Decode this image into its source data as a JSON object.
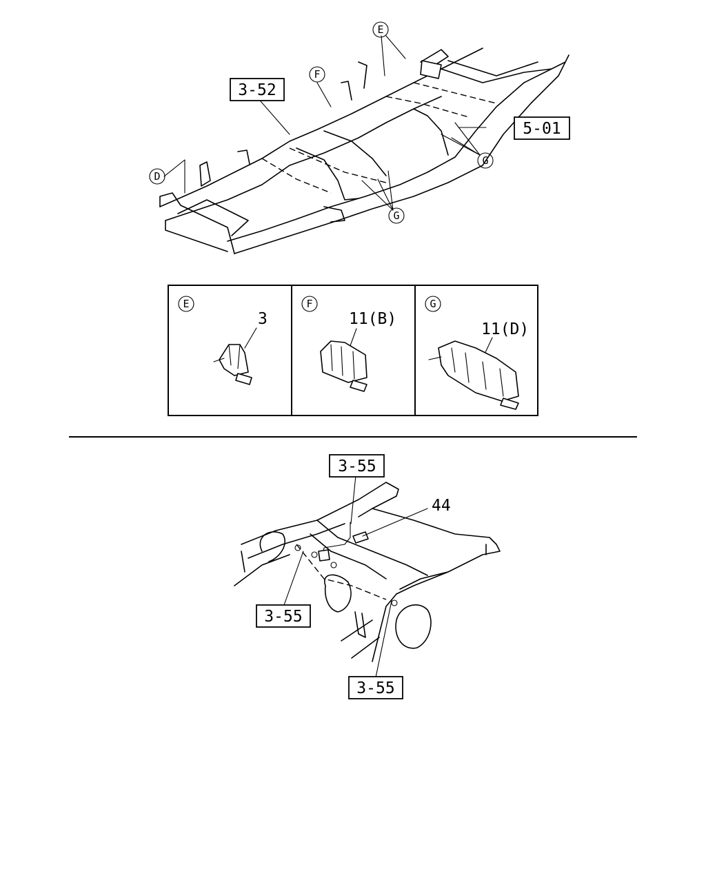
{
  "top_view": {
    "ref_3_52": "3-52",
    "ref_5_01": "5-01",
    "callout_D": "D",
    "callout_E": "E",
    "callout_F": "F",
    "callout_G_right": "G",
    "callout_G_bottom": "G"
  },
  "detail_panels": [
    {
      "letter": "E",
      "part": "3"
    },
    {
      "letter": "F",
      "part": "11(B)"
    },
    {
      "letter": "G",
      "part": "11(D)"
    }
  ],
  "bottom_view": {
    "ref_top": "3-55",
    "ref_left": "3-55",
    "ref_bottom": "3-55",
    "part_44": "44"
  }
}
